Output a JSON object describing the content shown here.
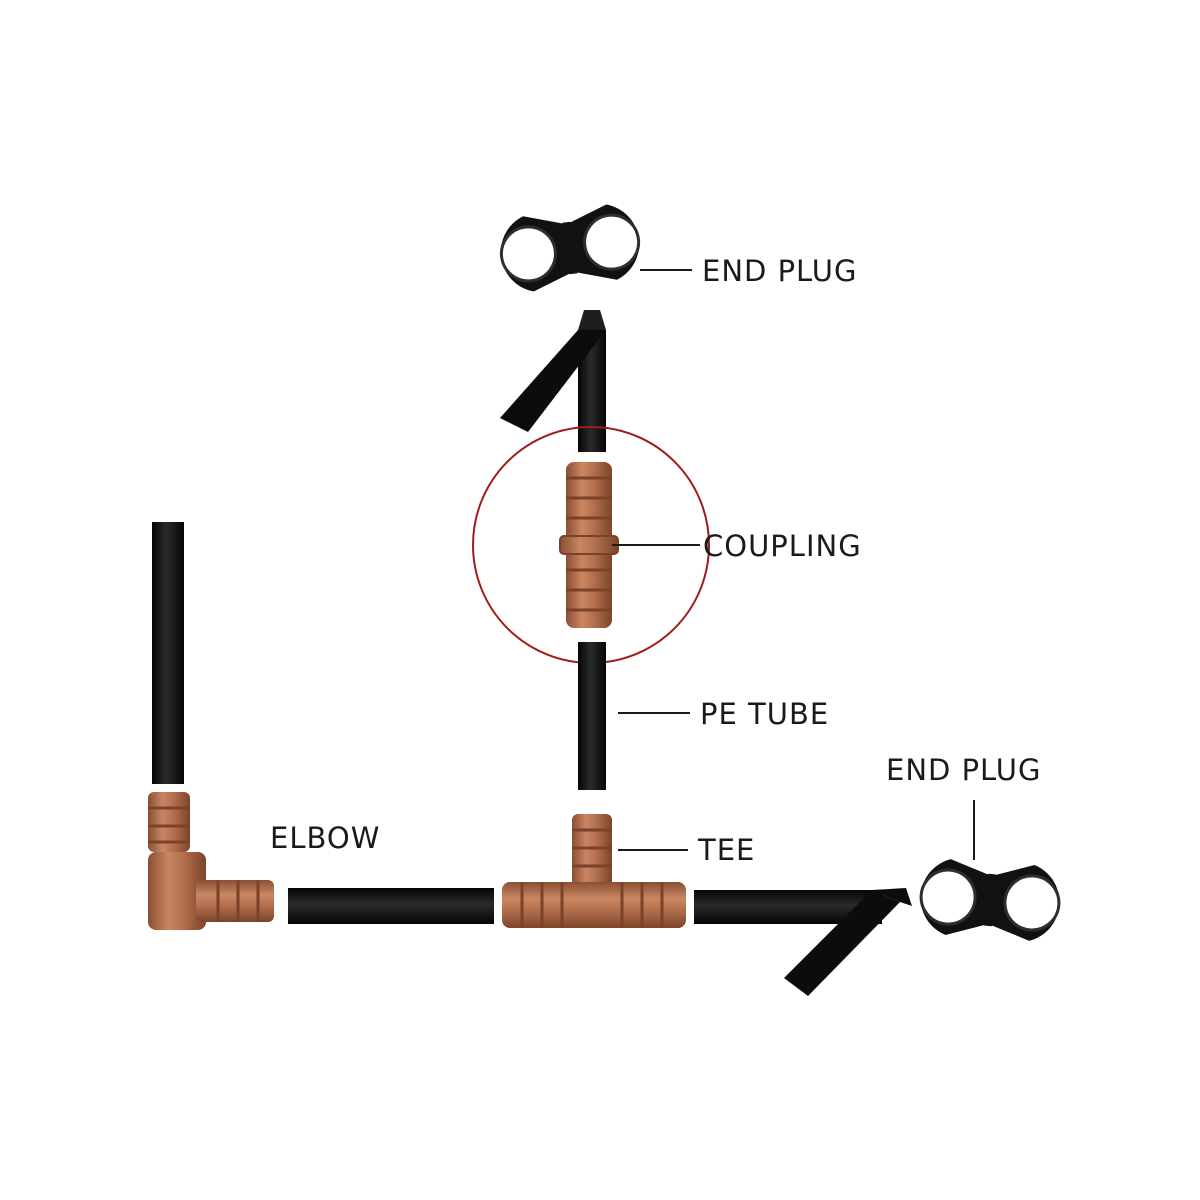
{
  "labels": {
    "end_plug_top": "END PLUG",
    "coupling": "COUPLING",
    "pe_tube": "PE TUBE",
    "end_plug_right": "END PLUG",
    "elbow": "ELBOW",
    "tee": "TEE"
  },
  "colors": {
    "tube": "#0e0e0e",
    "fitting": "#b4704f",
    "fitting_dark": "#8a4f33",
    "highlight_circle": "#a01c1c",
    "plug": "#111111",
    "text": "#1a1a1a"
  },
  "icons": {
    "end_plug": "figure-eight-plug-icon",
    "coupling": "barbed-coupling-icon",
    "elbow": "barbed-elbow-icon",
    "tee": "barbed-tee-icon"
  }
}
